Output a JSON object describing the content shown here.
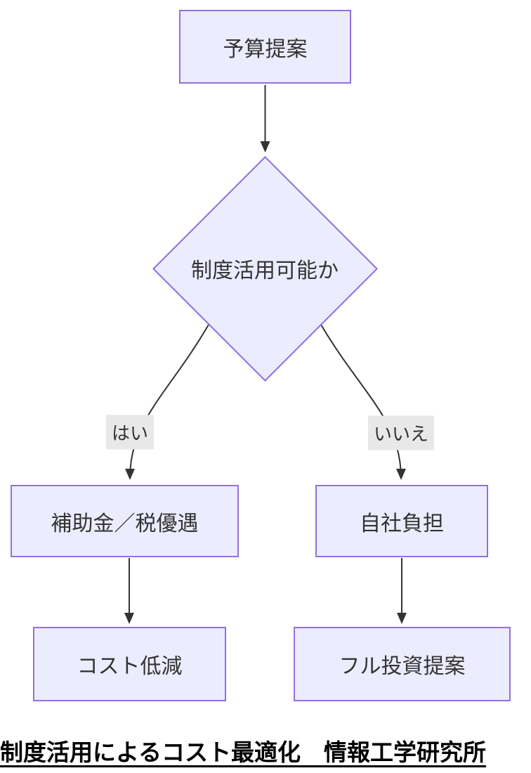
{
  "diagram": {
    "type": "flowchart",
    "direction": "top-down",
    "nodes": {
      "budget": {
        "label": "予算提案",
        "shape": "rect"
      },
      "decision": {
        "label": "制度活用可能か",
        "shape": "diamond"
      },
      "subsidy": {
        "label": "補助金／税優遇",
        "shape": "rect"
      },
      "self_funded": {
        "label": "自社負担",
        "shape": "rect"
      },
      "cost_reduction": {
        "label": "コスト低減",
        "shape": "rect"
      },
      "full_investment": {
        "label": "フル投資提案",
        "shape": "rect"
      }
    },
    "edges": [
      {
        "from": "budget",
        "to": "decision",
        "label": ""
      },
      {
        "from": "decision",
        "to": "subsidy",
        "label": "はい"
      },
      {
        "from": "decision",
        "to": "self_funded",
        "label": "いいえ"
      },
      {
        "from": "subsidy",
        "to": "cost_reduction",
        "label": ""
      },
      {
        "from": "self_funded",
        "to": "full_investment",
        "label": ""
      }
    ],
    "edge_labels": {
      "yes": "はい",
      "no": "いいえ"
    },
    "caption": "制度活用によるコスト最適化　情報工学研究所",
    "colors": {
      "node_fill": "#ECECFF",
      "node_border": "#9370DB",
      "node_text": "#333333",
      "edge_stroke": "#333333",
      "edge_label_bg": "#e8e8e8",
      "caption_text": "#000000",
      "background": "#ffffff"
    }
  }
}
